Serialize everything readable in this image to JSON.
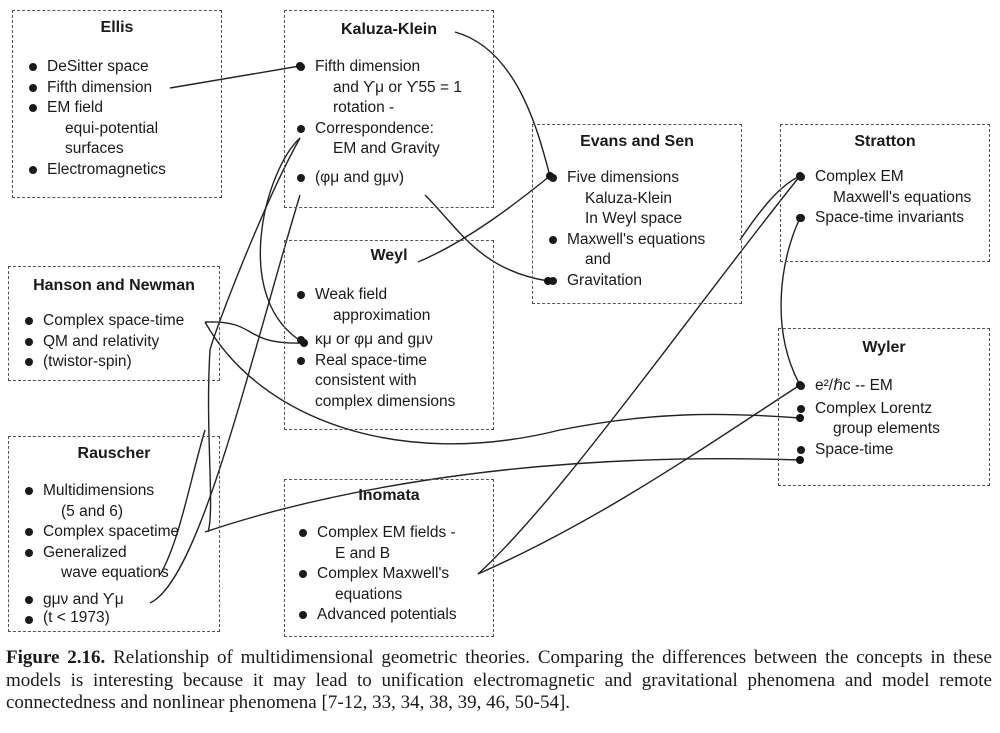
{
  "boxes": {
    "ellis": {
      "title": "Ellis",
      "items": [
        "DeSitter space",
        "Fifth dimension",
        "EM field",
        "Electromagnetics"
      ],
      "subs": {
        "em_field": [
          "equi-potential",
          "surfaces"
        ]
      }
    },
    "kaluza": {
      "title": "Kaluza-Klein",
      "items": [
        "Fifth dimension",
        "Correspondence:",
        "(φμ and gμν)"
      ],
      "subs": {
        "fifth": [
          "and ϒμ or ϒ55 = 1",
          "rotation -"
        ],
        "corr": [
          "EM and Gravity"
        ]
      }
    },
    "evans": {
      "title": "Evans and Sen",
      "items": [
        "Five dimensions",
        "Maxwell's equations",
        "Gravitation"
      ],
      "subs": {
        "five": [
          "Kaluza-Klein",
          "In Weyl space"
        ],
        "maxwell": [
          "and"
        ]
      }
    },
    "stratton": {
      "title": "Stratton",
      "items": [
        "Complex EM",
        "Space-time invariants"
      ],
      "subs": {
        "em": [
          "Maxwell's equations"
        ]
      }
    },
    "hanson": {
      "title": "Hanson and Newman",
      "items": [
        "Complex space-time",
        "QM and relativity",
        "(twistor-spin)"
      ]
    },
    "weyl": {
      "title": "Weyl",
      "items": [
        "Weak field",
        "κμ or φμ and gμν",
        "Real space-time"
      ],
      "subs": {
        "weak": [
          "approximation"
        ],
        "real": [
          "consistent with",
          "complex dimensions"
        ]
      }
    },
    "wyler": {
      "title": "Wyler",
      "items": [
        "e²/ℏc -- EM",
        "Complex Lorentz",
        "Space-time"
      ],
      "subs": {
        "lorentz": [
          "group elements"
        ]
      }
    },
    "rauscher": {
      "title": "Rauscher",
      "items": [
        "Multidimensions",
        "Complex spacetime",
        "Generalized",
        "gμν and ϒμ",
        "(t < 1973)"
      ],
      "subs": {
        "multi": [
          "(5 and 6)"
        ],
        "gen": [
          "wave equations"
        ]
      }
    },
    "inomata": {
      "title": "Inomata",
      "items": [
        "Complex EM fields -",
        "Complex Maxwell's",
        "Advanced potentials"
      ],
      "subs": {
        "fields": [
          "E and B"
        ],
        "maxwell": [
          "equations"
        ]
      }
    }
  },
  "caption": {
    "label": "Figure 2.16.",
    "text": "Relationship of multidimensional geometric theories. Comparing the differences between the concepts in these models is interesting because it may lead to unification electromagnetic and gravitational phenomena and model remote connectedness and nonlinear phenomena [7-12, 33, 34, 38, 39, 46, 50-54]."
  }
}
